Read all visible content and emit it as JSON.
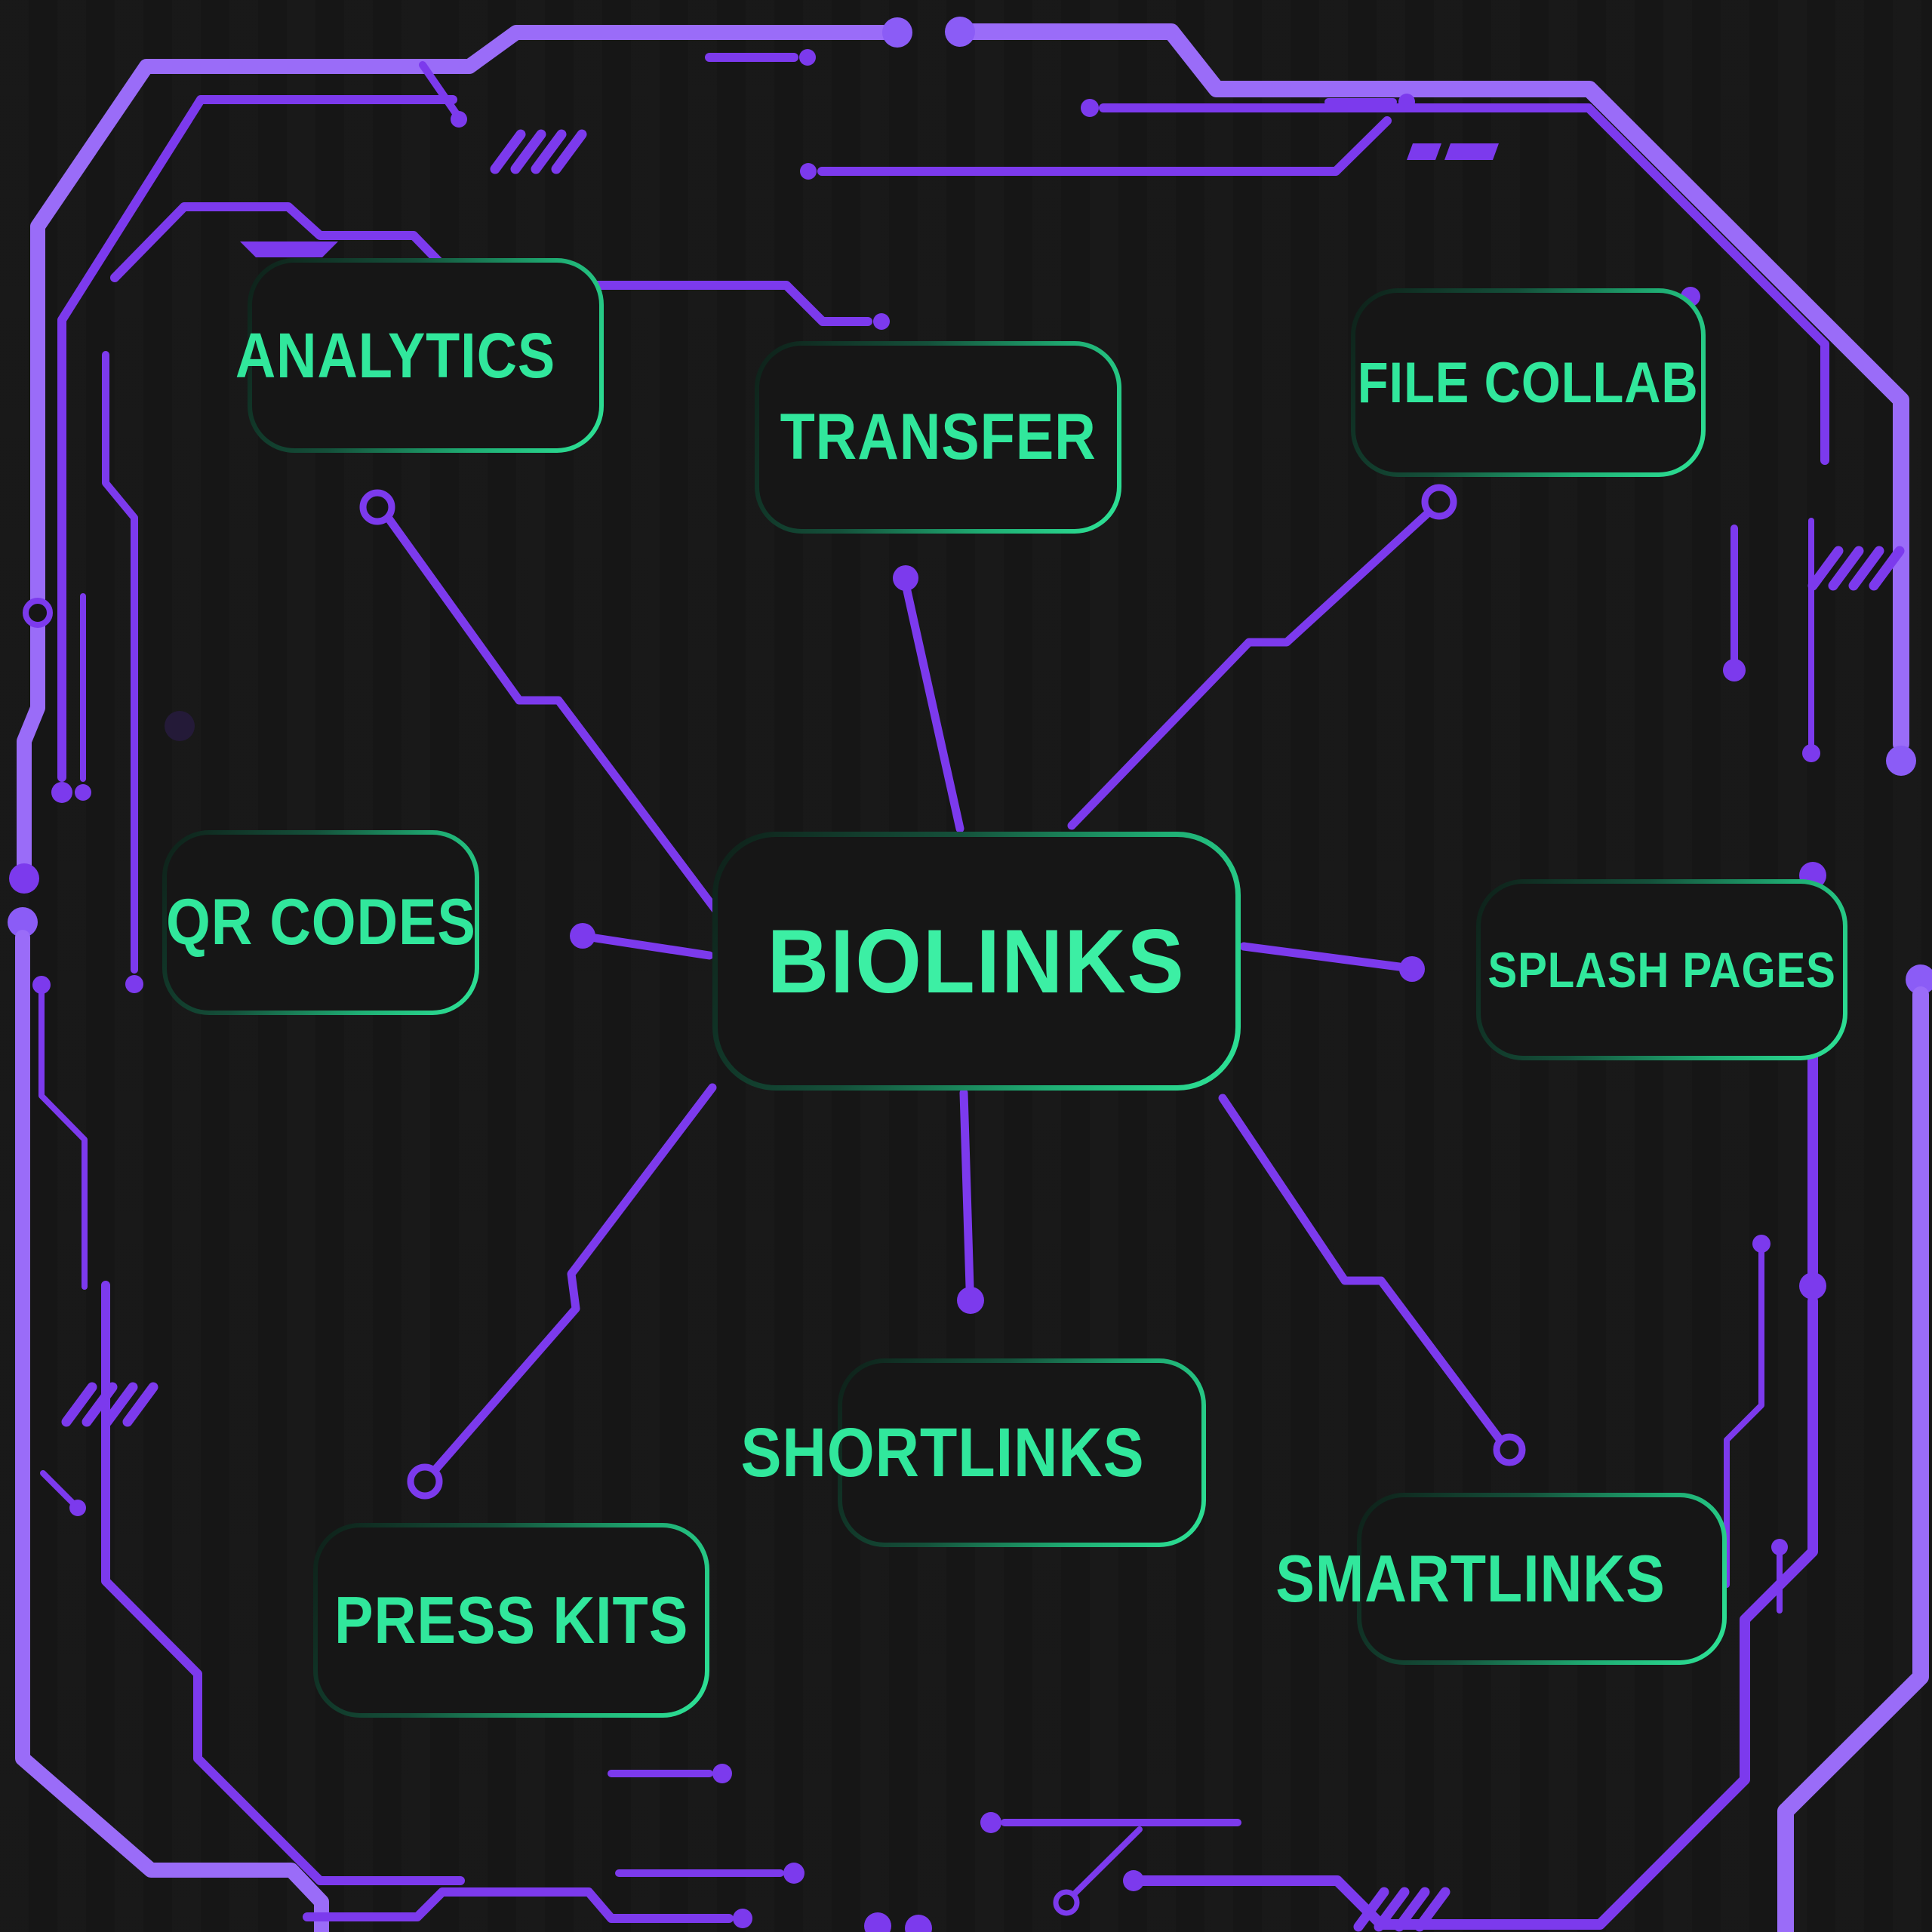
{
  "diagram": {
    "style": "cyberpunk-circuit-board-mindmap",
    "center_node": {
      "id": "biolinks",
      "label": "BIOLINKS"
    },
    "satellites": [
      {
        "id": "analytics",
        "label": "ANALYTICS",
        "position": "top-left",
        "connector_endpoint": "hollow-circle"
      },
      {
        "id": "transfer",
        "label": "TRANSFER",
        "position": "top-center",
        "connector_endpoint": "filled-dot"
      },
      {
        "id": "file-collab",
        "label": "FILE COLLAB",
        "position": "top-right",
        "connector_endpoint": "hollow-circle"
      },
      {
        "id": "qr-codes",
        "label": "QR CODES",
        "position": "middle-left",
        "connector_endpoint": "filled-dot"
      },
      {
        "id": "splash-pages",
        "label": "SPLASH PAGES",
        "position": "middle-right",
        "connector_endpoint": "filled-dot"
      },
      {
        "id": "shortlinks",
        "label": "SHORTLINKS",
        "position": "bottom-center",
        "connector_endpoint": "filled-dot"
      },
      {
        "id": "smartlinks",
        "label": "SMARTLINKS",
        "position": "bottom-right",
        "connector_endpoint": "hollow-circle"
      },
      {
        "id": "press-kits",
        "label": "PRESS KITS",
        "position": "bottom-left",
        "connector_endpoint": "hollow-circle"
      }
    ],
    "colors": {
      "background": "#161616",
      "accent_purple": "#7C3AED",
      "accent_purple_light": "#9A6CF8",
      "accent_green": "#31E79C",
      "center_text_green": "#3CEFA4",
      "box_border_gradient_dark": "#0E1F18",
      "box_border_gradient_bright": "#2EE598"
    }
  }
}
